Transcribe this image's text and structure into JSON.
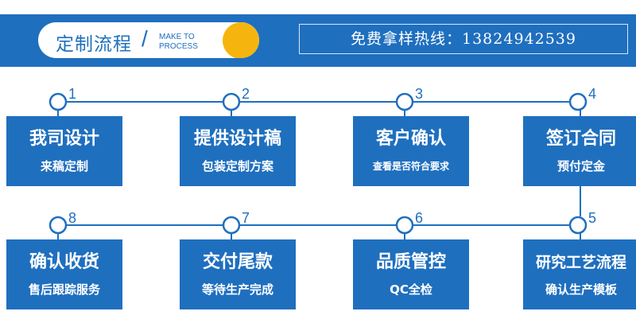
{
  "header": {
    "title_cn": "定制流程",
    "title_slash": "/",
    "title_en_line1": "MAKE TO",
    "title_en_line2": "PROCESS",
    "hotline": "免费拿样热线：13824942539"
  },
  "steps": [
    {
      "num": "1",
      "title": "我司设计",
      "sub": "来稿定制"
    },
    {
      "num": "2",
      "title": "提供设计稿",
      "sub": "包装定制方案"
    },
    {
      "num": "3",
      "title": "客户确认",
      "sub": "查看是否符合要求"
    },
    {
      "num": "4",
      "title": "签订合同",
      "sub": "预付定金"
    },
    {
      "num": "5",
      "title": "研究工艺流程",
      "sub": "确认生产模板"
    },
    {
      "num": "6",
      "title": "品质管控",
      "sub": "QC全检"
    },
    {
      "num": "7",
      "title": "交付尾款",
      "sub": "等待生产完成"
    },
    {
      "num": "8",
      "title": "确认收货",
      "sub": "售后跟踪服务"
    }
  ],
  "colors": {
    "primary": "#1f6fbf",
    "accent": "#f6b40e"
  }
}
